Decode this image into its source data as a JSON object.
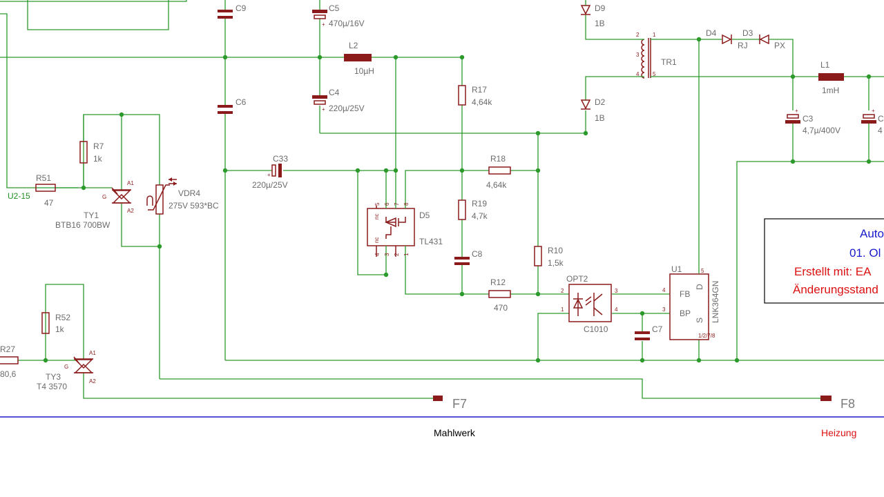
{
  "components": {
    "C9": {
      "ref": "C9"
    },
    "C5": {
      "ref": "C5",
      "value": "470µ/16V"
    },
    "D9": {
      "ref": "D9",
      "value": "1B"
    },
    "L2": {
      "ref": "L2",
      "value": "10µH"
    },
    "C4": {
      "ref": "C4",
      "value": "220µ/25V"
    },
    "C6": {
      "ref": "C6"
    },
    "R17": {
      "ref": "R17",
      "value": "4,64k"
    },
    "D2": {
      "ref": "D2",
      "value": "1B"
    },
    "TR1": {
      "ref": "TR1",
      "pins": [
        "2",
        "1",
        "3",
        "4",
        "5"
      ]
    },
    "D4": {
      "ref": "D4",
      "value": "RJ"
    },
    "D3": {
      "ref": "D3",
      "value": "PX"
    },
    "L1": {
      "ref": "L1",
      "value": "1mH"
    },
    "C3": {
      "ref": "C3",
      "value": "4,7µ/400V"
    },
    "Cx": {
      "ref": "C",
      "value": "4"
    },
    "R7": {
      "ref": "R7",
      "value": "1k"
    },
    "R51": {
      "ref": "R51",
      "value": "47"
    },
    "TY1": {
      "ref": "TY1",
      "value": "BTB16 700BW"
    },
    "VDR4": {
      "ref": "VDR4",
      "value": "275V 593*BC"
    },
    "C33": {
      "ref": "C33",
      "value": "220µ/25V"
    },
    "R18": {
      "ref": "R18",
      "value": "4,64k"
    },
    "R19": {
      "ref": "R19",
      "value": "4,7k"
    },
    "D5": {
      "ref": "D5",
      "value": "TL431"
    },
    "C8": {
      "ref": "C8"
    },
    "R10": {
      "ref": "R10",
      "value": "1,5k"
    },
    "R12": {
      "ref": "R12",
      "value": "470"
    },
    "OPT2": {
      "ref": "OPT2",
      "value": "C1010"
    },
    "C7": {
      "ref": "C7"
    },
    "U1": {
      "ref": "U1",
      "value": "LNK364GN",
      "pins_label": "1/2/7/8",
      "fb": "FB",
      "bp": "BP",
      "d": "D",
      "s": "S"
    },
    "R52": {
      "ref": "R52",
      "value": "1k"
    },
    "R27": {
      "ref": "R27",
      "value": "80,6"
    },
    "TY3": {
      "ref": "TY3",
      "value": "T4 3570"
    }
  },
  "pins": {
    "A1": "A1",
    "A2": "A2",
    "G": "G",
    "nc": "nc",
    "plus": "+",
    "d5": [
      "5",
      "6",
      "7",
      "8",
      "4",
      "3",
      "2",
      "1"
    ],
    "opt": [
      "2",
      "1",
      "3",
      "4"
    ],
    "u1": [
      "5",
      "4",
      "3"
    ]
  },
  "nets": {
    "u2_15": "U2-15"
  },
  "connectors": {
    "F7": "F7",
    "F8": "F8"
  },
  "title_block": {
    "line1": "Auto",
    "line2": "01. Ol",
    "line3": "Erstellt mit:  EA",
    "line4": "Änderungsstand"
  },
  "footer": {
    "mahlwerk": "Mahlwerk",
    "heizung": "Heizung"
  },
  "colors": {
    "wire": "#2b9a2b",
    "symbol": "#8b1a1a",
    "frame": "#1a1acc",
    "title_red": "#dd1111"
  }
}
